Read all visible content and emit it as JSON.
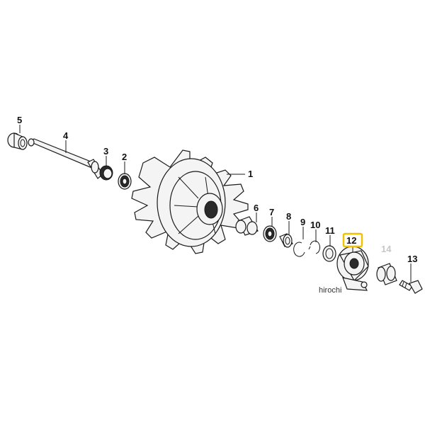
{
  "callouts": {
    "p1": "1",
    "p2": "2",
    "p3": "3",
    "p4": "4",
    "p5": "5",
    "p6": "6",
    "p7": "7",
    "p8": "8",
    "p9": "9",
    "p10": "10",
    "p11": "11",
    "p12": "12",
    "p13": "13",
    "p14": "14"
  },
  "highlight": {
    "part": "12",
    "color": "#f2c200"
  },
  "watermark": "hirochi"
}
